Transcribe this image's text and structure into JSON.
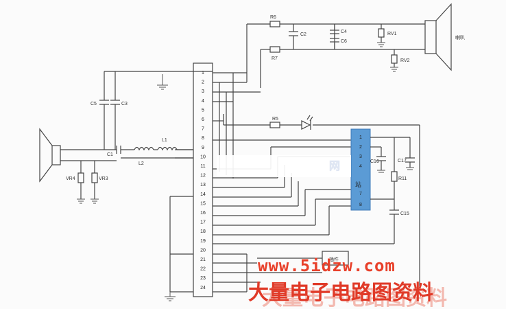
{
  "diagram": {
    "connector_pins": [
      "1",
      "2",
      "3",
      "4",
      "5",
      "6",
      "7",
      "8",
      "9",
      "10",
      "11",
      "12",
      "13",
      "14",
      "15",
      "16",
      "17",
      "18",
      "19",
      "20",
      "21",
      "22",
      "23",
      "24"
    ],
    "ic_pins": [
      "1",
      "2",
      "3",
      "4",
      "7",
      "8"
    ],
    "ic_label": "站",
    "labels": {
      "r6": "R6",
      "r7": "R7",
      "c2": "C2",
      "c4": "C4",
      "c6": "C6",
      "rv1": "RV1",
      "rv2": "RV2",
      "speaker_right": "喇叭",
      "c5": "C5",
      "c3": "C3",
      "c1": "C1",
      "l1": "L1",
      "l2": "L2",
      "vr4": "VR4",
      "vr3": "VR3",
      "r5": "R5",
      "c16": "C16",
      "c17": "C17",
      "r11": "R11",
      "c15": "C15",
      "small_box": "插件",
      "ghost_text": "网"
    }
  },
  "watermark": {
    "url": "www.5idzw.com",
    "title": "大量电子电路图资料"
  },
  "colors": {
    "line": "#444444",
    "ic": "#5b9bd5",
    "watermark": "#e03a28"
  }
}
